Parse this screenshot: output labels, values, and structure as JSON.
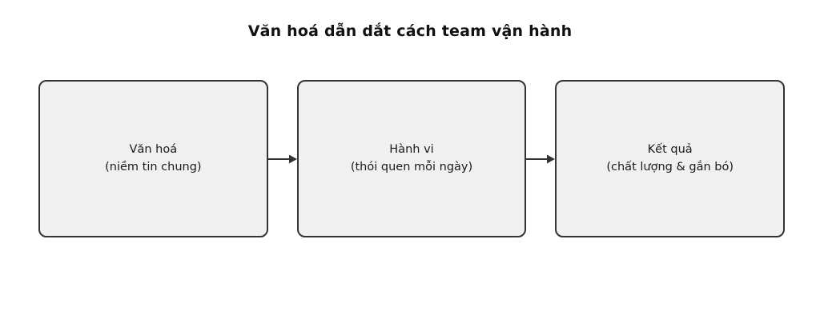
{
  "title": "Văn hoá dẫn dắt cách team vận hành",
  "diagram": {
    "type": "flow-horizontal",
    "nodes": [
      {
        "id": "culture",
        "line1": "Văn hoá",
        "line2": "(niềm tin chung)"
      },
      {
        "id": "behavior",
        "line1": "Hành vi",
        "line2": "(thói quen mỗi ngày)"
      },
      {
        "id": "results",
        "line1": "Kết quả",
        "line2": "(chất lượng & gắn bó)"
      }
    ],
    "connections": [
      {
        "from": "culture",
        "to": "behavior",
        "style": "arrow-right"
      },
      {
        "from": "behavior",
        "to": "results",
        "style": "arrow-right"
      }
    ]
  },
  "colors": {
    "background": "#ffffff",
    "box_fill": "#f0f0f0",
    "box_border": "#333333",
    "arrow": "#333333",
    "title_text": "#111111",
    "node_text": "#1a1a1a"
  }
}
